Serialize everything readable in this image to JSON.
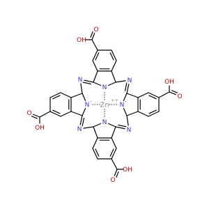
{
  "molecule": {
    "atom_labels": {
      "zinc": "Zn",
      "zinc_charge": "++",
      "nitrogen": "N",
      "anionic_nitrogen": "N",
      "anion_charge": "-",
      "oxygen": "O",
      "hydroxyl": "OH"
    },
    "colors": {
      "nitrogen": "#3333cc",
      "oxygen": "#cc0000",
      "zinc": "#8a8a8a",
      "bond": "#000000",
      "background": "#ffffff"
    }
  }
}
